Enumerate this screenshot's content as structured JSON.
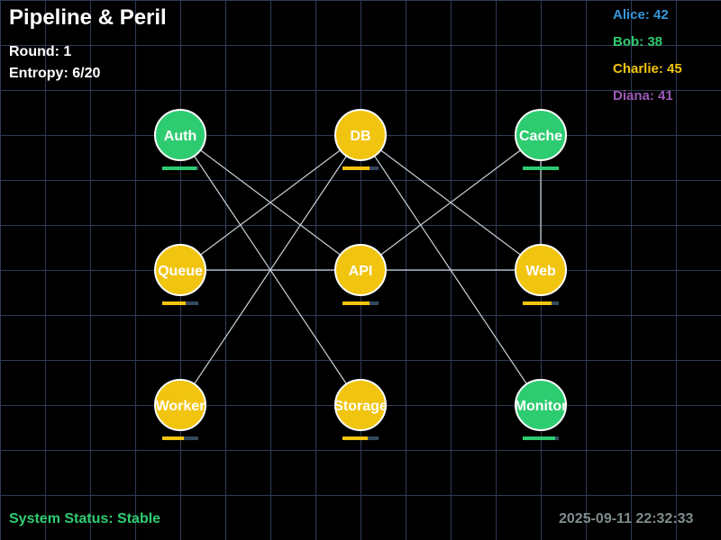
{
  "game": {
    "title": "Pipeline & Peril",
    "round": "Round: 1",
    "entropy": "Entropy: 6/20"
  },
  "players": [
    {
      "label": "Alice: 42",
      "color": "#3498db"
    },
    {
      "label": "Bob: 38",
      "color": "#2ecc71"
    },
    {
      "label": "Charlie: 45",
      "color": "#f1c40f"
    },
    {
      "label": "Diana: 41",
      "color": "#9b59b6"
    }
  ],
  "nodes": [
    {
      "id": "auth",
      "label": "Auth",
      "status": "healthy",
      "health": 0.95
    },
    {
      "id": "db",
      "label": "DB",
      "status": "degraded",
      "health": 0.75
    },
    {
      "id": "cache",
      "label": "Cache",
      "status": "healthy",
      "health": 1.0
    },
    {
      "id": "queue",
      "label": "Queue",
      "status": "degraded",
      "health": 0.65
    },
    {
      "id": "api",
      "label": "API",
      "status": "degraded",
      "health": 0.75
    },
    {
      "id": "web",
      "label": "Web",
      "status": "degraded",
      "health": 0.8
    },
    {
      "id": "worker",
      "label": "Worker",
      "status": "degraded",
      "health": 0.6
    },
    {
      "id": "storage",
      "label": "Storage",
      "status": "degraded",
      "health": 0.7
    },
    {
      "id": "monitor",
      "label": "Monitor",
      "status": "healthy",
      "health": 0.9
    }
  ],
  "edges": [
    [
      "auth",
      "api"
    ],
    [
      "auth",
      "storage"
    ],
    [
      "db",
      "queue"
    ],
    [
      "db",
      "worker"
    ],
    [
      "db",
      "web"
    ],
    [
      "db",
      "monitor"
    ],
    [
      "cache",
      "api"
    ],
    [
      "cache",
      "web"
    ],
    [
      "queue",
      "api"
    ],
    [
      "api",
      "web"
    ]
  ],
  "colors": {
    "healthy": "#2ecc71",
    "degraded": "#f1c40f",
    "edge": "#c8d0d8",
    "bar_track": "#34495e"
  },
  "footer": {
    "status": "System Status: Stable",
    "timestamp": "2025-09-11 22:32:33"
  }
}
